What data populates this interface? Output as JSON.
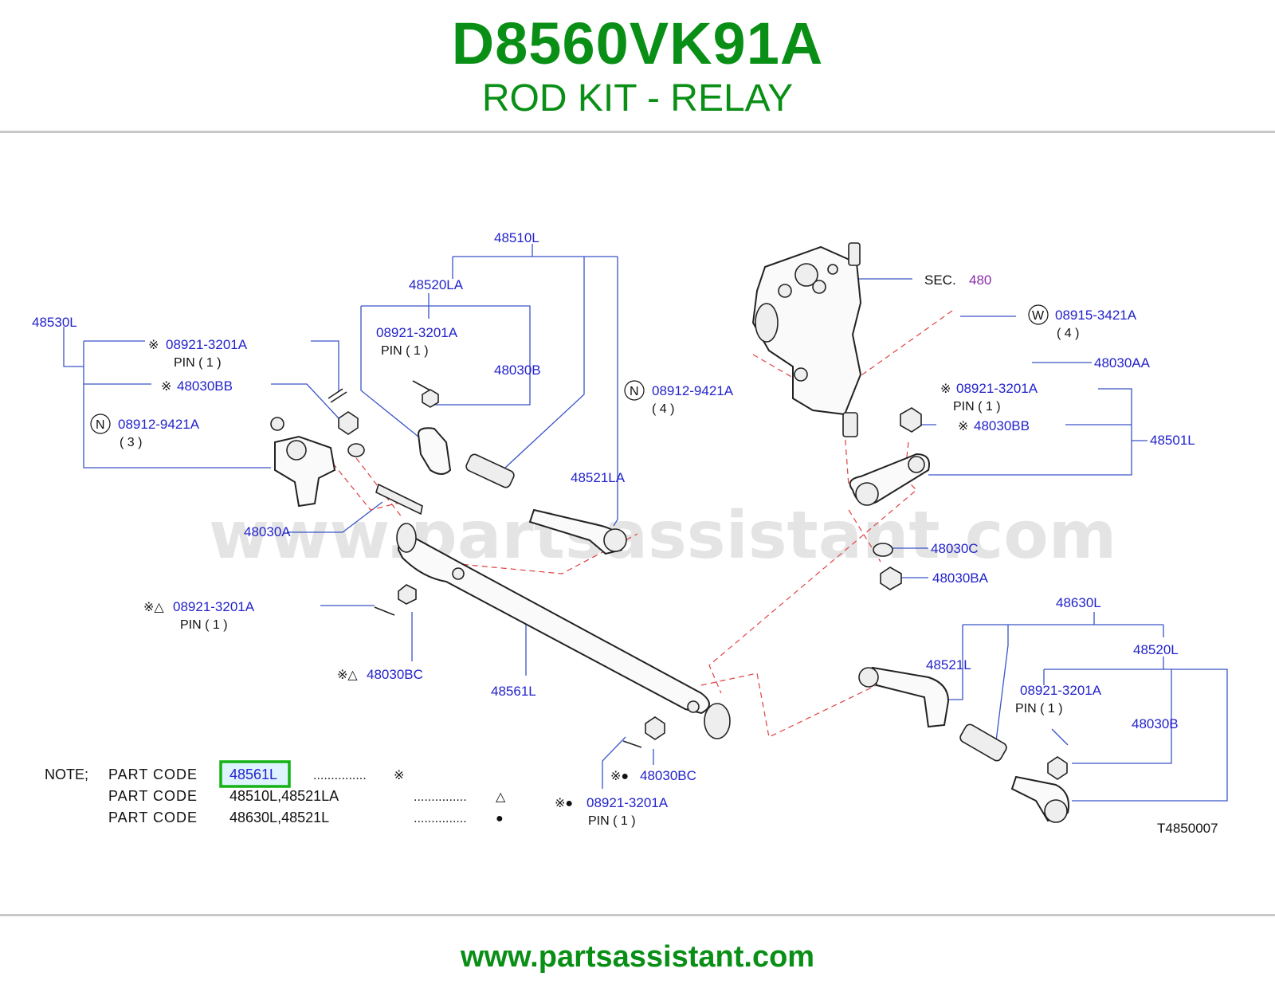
{
  "header": {
    "code": "D8560VK91A",
    "title": "ROD KIT - RELAY"
  },
  "footer": {
    "url": "www.partsassistant.com"
  },
  "watermark": "www.partsassistant.com",
  "diagram_id": "T4850007",
  "labels": {
    "p48510L": "48510L",
    "p48520LA": "48520LA",
    "p48530L": "48530L",
    "pin_a": "08921-3201A",
    "pin_a_sub": "PIN ( 1 )",
    "pin_b": "08921-3201A",
    "pin_b_sub": "PIN ( 1 )",
    "p48030B_top": "48030B",
    "p48030BB_left": "48030BB",
    "p08912_left": "08912-9421A",
    "p08912_left_sub": "( 3 )",
    "p48521LA": "48521LA",
    "p48030A": "48030A",
    "sec": "SEC.",
    "sec_num": "480",
    "p08915": "08915-3421A",
    "p08915_sub": "( 4 )",
    "p48030AA": "48030AA",
    "p08912_right": "08912-9421A",
    "p08912_right_sub": "( 4 )",
    "pin_c": "08921-3201A",
    "pin_c_sub": "PIN ( 1 )",
    "p48030BB_right": "48030BB",
    "p48501L": "48501L",
    "p48030C": "48030C",
    "p48030BA": "48030BA",
    "pin_d": "08921-3201A",
    "pin_d_sub": "PIN ( 1 )",
    "p48030BC_left": "48030BC",
    "p48561L": "48561L",
    "p48630L": "48630L",
    "p48520L": "48520L",
    "p48521L": "48521L",
    "pin_e": "08921-3201A",
    "pin_e_sub": "PIN ( 1 )",
    "p48030B_right": "48030B",
    "p48030BC_bottom": "48030BC",
    "pin_f": "08921-3201A",
    "pin_f_sub": "PIN ( 1 )"
  },
  "note": {
    "prefix": "NOTE;",
    "rows": [
      {
        "label": "PART CODE",
        "codes": "48561L",
        "dots": "...............",
        "mark": "※"
      },
      {
        "label": "PART CODE",
        "codes": "48510L,48521LA",
        "dots": "...............",
        "mark": "△"
      },
      {
        "label": "PART CODE",
        "codes": "48630L,48521L",
        "dots": "...............",
        "mark": "●"
      }
    ]
  },
  "highlight_color": "#12b312",
  "brand_green": "#0a8f16",
  "label_blue": "#2222cc"
}
